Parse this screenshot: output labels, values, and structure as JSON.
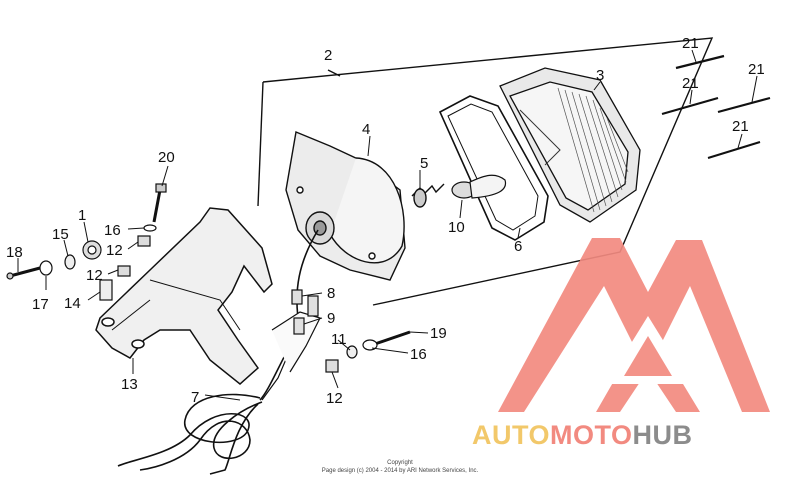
{
  "diagram": {
    "callouts": [
      {
        "id": "c1",
        "text": "1"
      },
      {
        "id": "c2",
        "text": "2"
      },
      {
        "id": "c3",
        "text": "3"
      },
      {
        "id": "c4",
        "text": "4"
      },
      {
        "id": "c5",
        "text": "5"
      },
      {
        "id": "c6",
        "text": "6"
      },
      {
        "id": "c7",
        "text": "7"
      },
      {
        "id": "c8",
        "text": "8"
      },
      {
        "id": "c9",
        "text": "9"
      },
      {
        "id": "c10",
        "text": "10"
      },
      {
        "id": "c11",
        "text": "11"
      },
      {
        "id": "c12a",
        "text": "12"
      },
      {
        "id": "c12b",
        "text": "12"
      },
      {
        "id": "c12c",
        "text": "12"
      },
      {
        "id": "c13",
        "text": "13"
      },
      {
        "id": "c14",
        "text": "14"
      },
      {
        "id": "c15",
        "text": "15"
      },
      {
        "id": "c16a",
        "text": "16"
      },
      {
        "id": "c16b",
        "text": "16"
      },
      {
        "id": "c17",
        "text": "17"
      },
      {
        "id": "c18",
        "text": "18"
      },
      {
        "id": "c19",
        "text": "19"
      },
      {
        "id": "c20",
        "text": "20"
      },
      {
        "id": "c21a",
        "text": "21"
      },
      {
        "id": "c21b",
        "text": "21"
      },
      {
        "id": "c21c",
        "text": "21"
      },
      {
        "id": "c21d",
        "text": "21"
      }
    ],
    "copyright_line1": "Copyright",
    "copyright_line2": "Page design (c) 2004 - 2014 by ARI Network Services, Inc."
  },
  "watermark": {
    "brand_part1": "AUTO",
    "brand_part2": "MOTO",
    "brand_part3": "HUB",
    "colors": {
      "logo_red": "#f28a80",
      "part1": "#f2c86a",
      "part2": "#f28a80",
      "part3": "#8c8c8c"
    }
  }
}
